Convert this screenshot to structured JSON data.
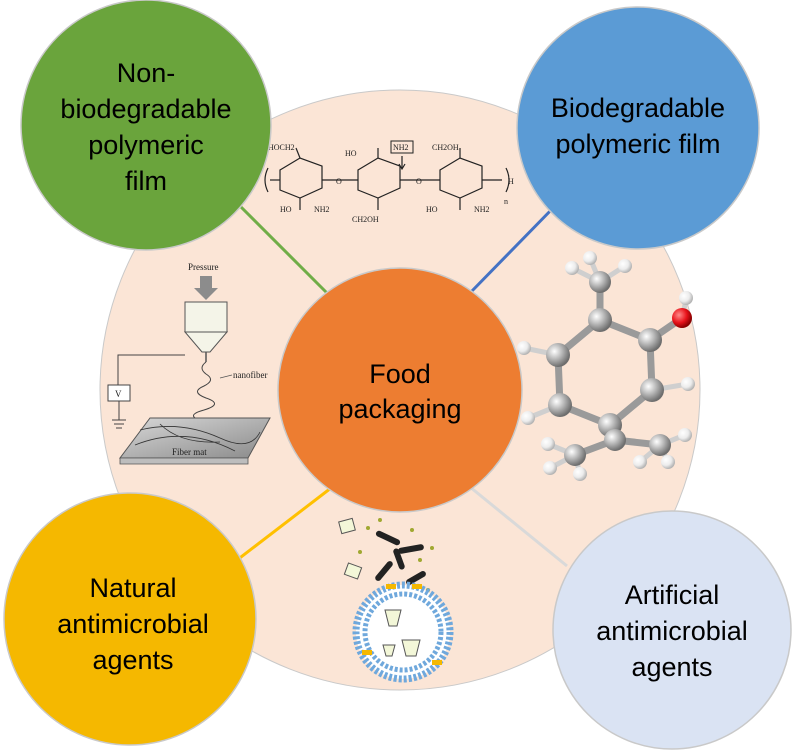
{
  "diagram": {
    "center": {
      "lines": [
        "Food",
        "packaging"
      ]
    },
    "nodes": {
      "top_left": {
        "lines": [
          "Non-",
          "biodegradable",
          "polymeric",
          "film"
        ],
        "color": "#6aa43c"
      },
      "top_right": {
        "lines": [
          "Biodegradable",
          "polymeric film"
        ],
        "color": "#5b9bd5"
      },
      "bottom_left": {
        "lines": [
          "Natural",
          "antimicrobial",
          "agents"
        ],
        "color": "#f5b800"
      },
      "bottom_right": {
        "lines": [
          "Artificial",
          "antimicrobial",
          "agents"
        ],
        "color": "#dae3f3"
      }
    },
    "colors": {
      "background_circle": "#fbe5d6",
      "center_circle": "#ed7d31",
      "connector_top_left": "#70ad47",
      "connector_top_right": "#4472c4",
      "connector_bottom_left": "#ffc000",
      "connector_bottom_right": "#d9d9d9"
    },
    "electrospinning": {
      "pressure_label": "Pressure",
      "nanofiber_label": "nanofiber",
      "voltage_label": "V",
      "fiber_mat_label": "Fiber mat"
    },
    "chemical_structure": {
      "labels": [
        "HOCH2",
        "HO",
        "NH2",
        "O",
        "HO",
        "NH2",
        "CH2OH",
        "CH2OH",
        "HO",
        "NH2",
        "O",
        "H",
        "n"
      ]
    }
  }
}
